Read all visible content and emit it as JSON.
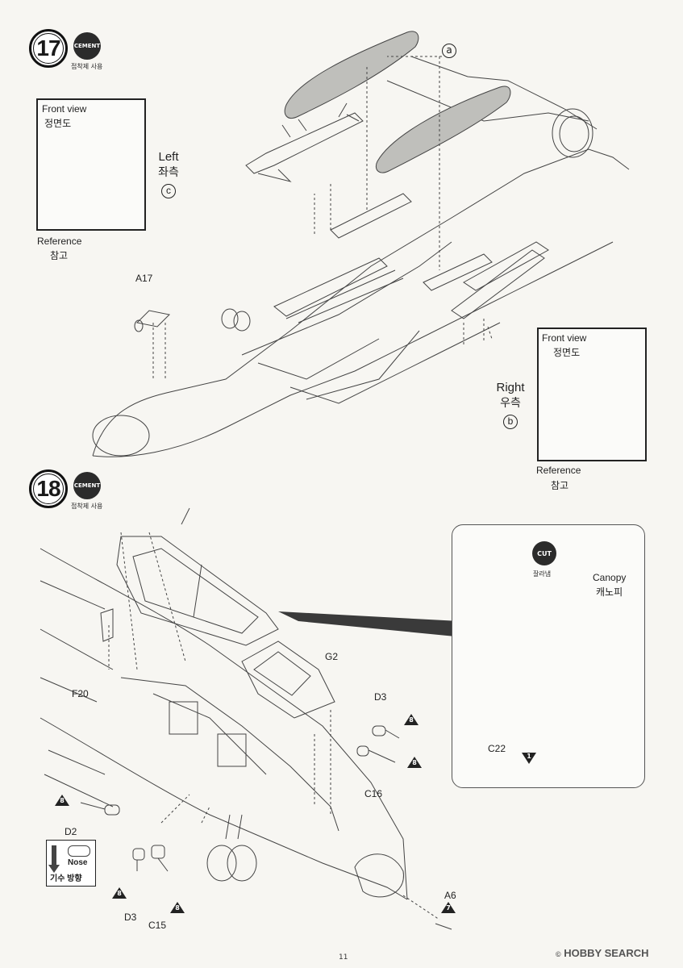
{
  "step17": {
    "number": "17",
    "badge": "CEMENT",
    "badge_caption": "접착제 사용",
    "front_view_left": {
      "title_en": "Front view",
      "title_ko": "정면도",
      "ref_en": "Reference",
      "ref_ko": "참고"
    },
    "left_label": {
      "en": "Left",
      "ko": "좌측",
      "marker": "c"
    },
    "marker_a": "a",
    "part_a17": "A17",
    "right_label": {
      "en": "Right",
      "ko": "우측",
      "marker": "b"
    },
    "front_view_right": {
      "title_en": "Front view",
      "title_ko": "정면도",
      "ref_en": "Reference",
      "ref_ko": "참고"
    }
  },
  "step18": {
    "number": "18",
    "badge": "CEMENT",
    "badge_caption": "접착제 사용",
    "parts": {
      "f20": "F20",
      "g2": "G2",
      "d3_top": "D3",
      "c16": "C16",
      "d2": "D2",
      "d3_bottom": "D3",
      "c15": "C15",
      "a6": "A6",
      "c22": "C22"
    },
    "pin_8": "8",
    "pin_7": "7",
    "pin_1": "1",
    "nose": {
      "en": "Nose",
      "ko": "기수 방향"
    },
    "detail": {
      "cut_badge": "CUT",
      "cut_caption": "잘라냄",
      "canopy_en": "Canopy",
      "canopy_ko": "캐노피"
    }
  },
  "page_number": "11",
  "watermark": "HOBBY SEARCH",
  "watermark_copy": "©"
}
